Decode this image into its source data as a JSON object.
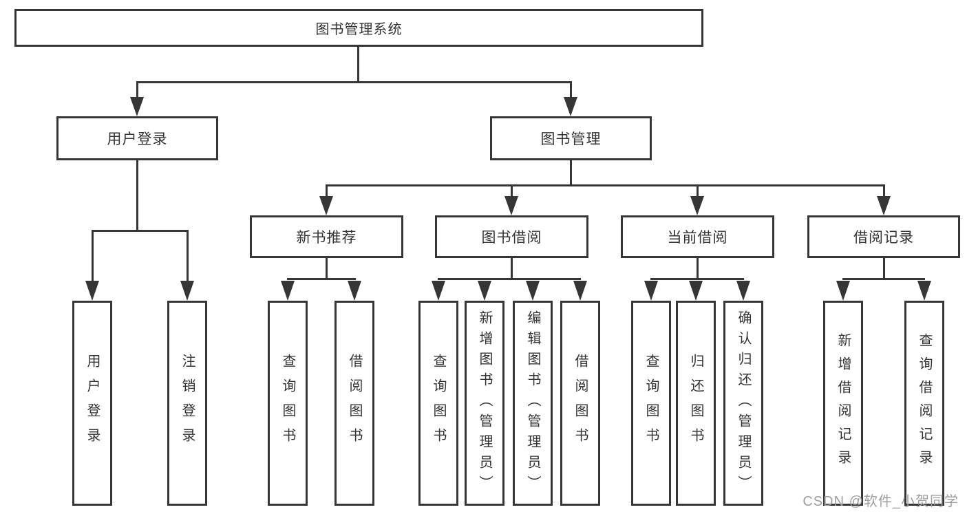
{
  "diagram": {
    "root": {
      "label": "图书管理系统"
    },
    "branches": [
      {
        "label": "用户登录",
        "children": [
          {
            "label": "用户登录"
          },
          {
            "label": "注销登录"
          }
        ]
      },
      {
        "label": "图书管理",
        "children": [
          {
            "label": "新书推荐",
            "children": [
              {
                "label": "查询图书"
              },
              {
                "label": "借阅图书"
              }
            ]
          },
          {
            "label": "图书借阅",
            "children": [
              {
                "label": "查询图书"
              },
              {
                "label": "新增图书（管理员）"
              },
              {
                "label": "编辑图书（管理员）"
              },
              {
                "label": "借阅图书"
              }
            ]
          },
          {
            "label": "当前借阅",
            "children": [
              {
                "label": "查询图书"
              },
              {
                "label": "归还图书"
              },
              {
                "label": "确认归还（管理员）"
              }
            ]
          },
          {
            "label": "借阅记录",
            "children": [
              {
                "label": "新增借阅记录"
              },
              {
                "label": "查询借阅记录"
              }
            ]
          }
        ]
      }
    ]
  },
  "watermark": {
    "text": "CSDN @软件_小贺同学"
  },
  "colors": {
    "line": "#363636",
    "text": "#333333",
    "watermark": "#9e9ea0",
    "background": "#ffffff"
  }
}
